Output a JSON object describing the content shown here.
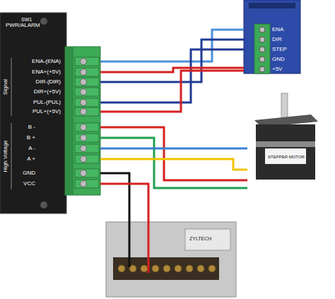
{
  "diagram": {
    "nodes": [
      {
        "text": [
          "PWR/ALARM"
        ]
      },
      {
        "text": [
          "ENA",
          "DIR",
          "STEP",
          "GND",
          "+5V"
        ]
      },
      {
        "text": [
          "STEPPER MOTOR"
        ]
      },
      {
        "text": [
          "ZYLTECH"
        ]
      }
    ],
    "edges": [
      {
        "from": 0,
        "to": 1,
        "arrow": "none"
      },
      {
        "from": 0,
        "to": 1,
        "arrow": "none"
      },
      {
        "from": 0,
        "to": 1,
        "arrow": "none"
      },
      {
        "from": 0,
        "to": 1,
        "arrow": "none"
      },
      {
        "from": 0,
        "to": 1,
        "arrow": "none"
      },
      {
        "from": 0,
        "to": 2,
        "arrow": "none"
      },
      {
        "from": 0,
        "to": 2,
        "arrow": "none"
      },
      {
        "from": 0,
        "to": 2,
        "arrow": "none"
      },
      {
        "from": 0,
        "to": 2,
        "arrow": "none"
      },
      {
        "from": 0,
        "to": 3,
        "arrow": "none"
      },
      {
        "from": 0,
        "to": 3,
        "arrow": "none"
      }
    ],
    "labels": [
      "SW1",
      "Signal",
      "ENA-(ENA)",
      "ENA+(+5V)",
      "DIR-(DIR)",
      "DIR+(+5V)",
      "PUL-(PUL)",
      "PUL+(+5V)",
      "High Voltage",
      "B -",
      "B +",
      "A -",
      "A +",
      "GND",
      "VCC"
    ]
  }
}
